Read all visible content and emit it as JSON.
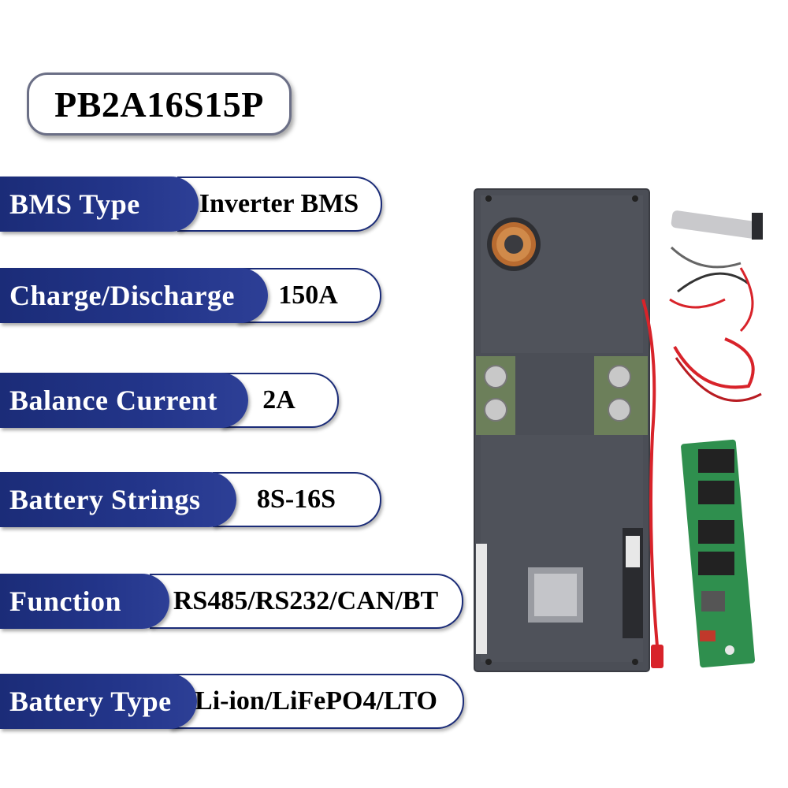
{
  "model": "PB2A16S15P",
  "specs": [
    {
      "label": "BMS Type",
      "value": "Inverter BMS"
    },
    {
      "label": "Charge/Discharge",
      "value": "150A"
    },
    {
      "label": "Balance Current",
      "value": "2A"
    },
    {
      "label": "Battery Strings",
      "value": "8S-16S"
    },
    {
      "label": "Function",
      "value": "RS485/RS232/CAN/BT"
    },
    {
      "label": "Battery Type",
      "value": "Li-ion/LiFePO4/LTO"
    }
  ],
  "colors": {
    "label_bg": "#1b2c78",
    "board": "#4a4d55",
    "pcb_green": "#2f8f4e",
    "wire_red": "#d8232a"
  },
  "product_image": {
    "icon": "bms-board-with-accessories-image"
  }
}
